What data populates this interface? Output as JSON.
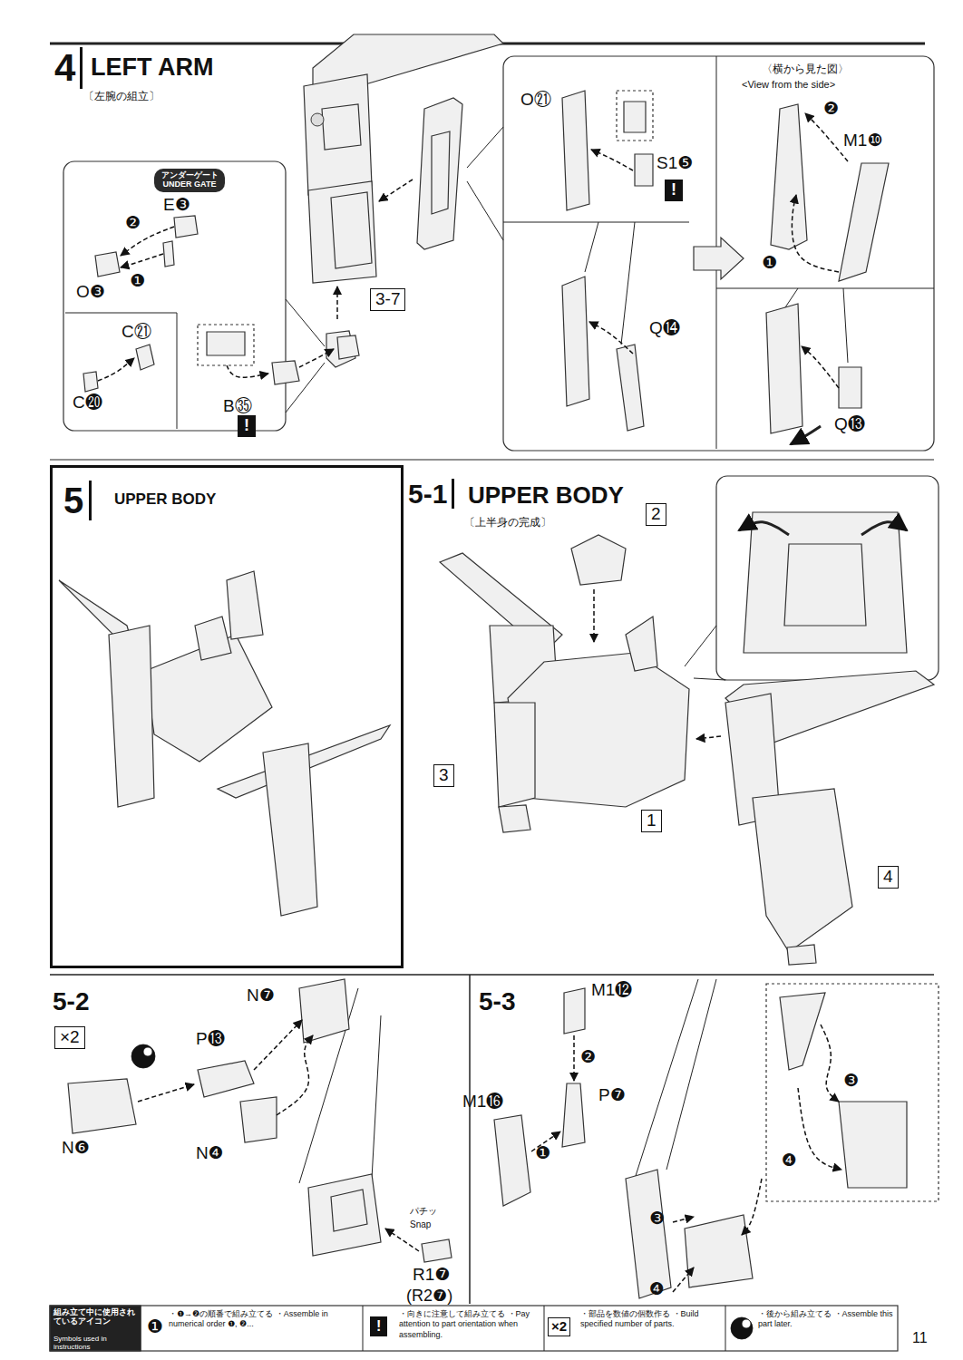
{
  "diagram": {
    "nodes": [
      {
        "text": [
          "アンダーゲート UNDER GATE"
        ]
      },
      {
        "text": [
          "3-7"
        ]
      },
      {
        "text": [
          "!"
        ]
      },
      {
        "text": [
          "!"
        ]
      },
      {
        "text": [
          "5",
          "UPPER BODY"
        ]
      },
      {
        "text": [
          "2"
        ]
      },
      {
        "text": [
          "3"
        ]
      },
      {
        "text": [
          "1"
        ]
      },
      {
        "text": [
          "4"
        ]
      },
      {
        "text": [
          "×2"
        ]
      }
    ],
    "labels": [
      "4",
      "LEFT ARM",
      "〔左腕の組立〕",
      "E❸",
      "❷",
      "❶",
      "O❸",
      "C㉑",
      "C⓴",
      "B㉟",
      "O㉑",
      "S1❺",
      "Q⓮",
      "〈横から見た図〉",
      "<View from the side>",
      "❷",
      "M1❿",
      "❶",
      "Q⓭",
      "5-1",
      "UPPER BODY",
      "〔上半身の完成〕",
      "5-2",
      "N❼",
      "P⓭",
      "N❻",
      "N❹",
      "パチッ",
      "Snap",
      "R1❼",
      "(R2❼)",
      "5-3",
      "M1⓬",
      "❷",
      "P❼",
      "M1⓰",
      "❶",
      "❸",
      "❹",
      "❸",
      "❹",
      "組み立て中に使用されているアイコン",
      "Symbols used in instructions",
      "❶",
      "!",
      "×2",
      "11"
    ],
    "legend": [
      {
        "text": "・❶→❷の順番で組み立てる ・Assemble in numerical order ❶, ❷..."
      },
      {
        "text": "・向きに注意して組み立てる ・Pay attention to part orientation when assembling."
      },
      {
        "text": "・部品を数値の個数作る ・Build specified number of parts."
      },
      {
        "text": "・後から組み立てる ・Assemble this part later."
      }
    ]
  }
}
